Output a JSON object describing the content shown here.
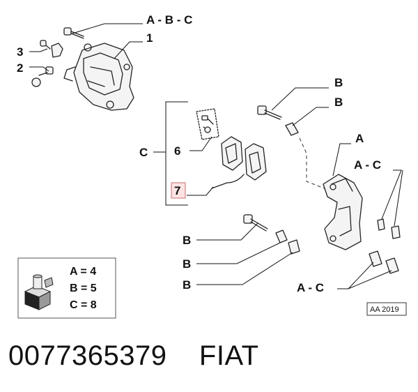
{
  "callouts": {
    "top_abc": "A - B - C",
    "item_1": "1",
    "item_2": "2",
    "item_3": "3",
    "bracket_c": "C",
    "item_6": "6",
    "item_7": "7",
    "b_top_1": "B",
    "b_top_2": "B",
    "a_right": "A",
    "ac_right": "A - C",
    "b_low_1": "B",
    "b_low_2": "B",
    "b_low_3": "B",
    "ac_bottom": "A - C"
  },
  "legend": {
    "rows": [
      "A = 4",
      "B = 5",
      "C = 8"
    ]
  },
  "diagram_ref": "AA 2019",
  "footer": {
    "part_number": "0077365379",
    "brand": "FIAT"
  },
  "colors": {
    "highlight_fill": "#fbe3e3",
    "highlight_stroke": "#d98c8c",
    "line": "#222222"
  }
}
